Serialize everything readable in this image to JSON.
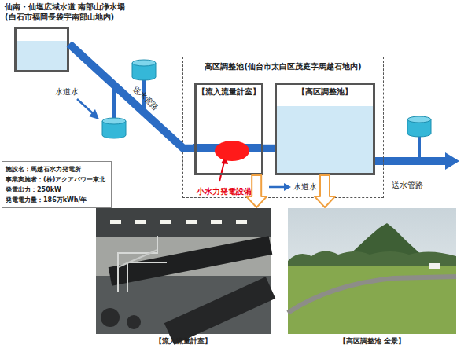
{
  "diagram": {
    "nodes": [
      {
        "text": [
          "仙南・仙塩広域水道 南部山浄水場 (白石市福岡長袋字南部山地内)"
        ]
      },
      {
        "text": [
          "高区調整池(仙台市太白区茂庭字馬越石地内)"
        ]
      },
      {
        "text": [
          "【流入流量計室】"
        ],
        "in": 1
      },
      {
        "text": [
          "【高区調整池】"
        ],
        "in": 1
      },
      {
        "text": [
          "小水力発電設備"
        ],
        "in": 2
      },
      {
        "text": [
          "施設名：馬越石水力発電所",
          "事業実施者：(株)アクアパワー東北",
          "発電出力：250kW",
          "発電電力量：186万kWh/年"
        ]
      },
      {
        "text": [
          "【流入流量計室】"
        ]
      },
      {
        "text": [
          "【高区調整池 全景】"
        ]
      }
    ],
    "edges": [
      {
        "from": 0,
        "to": 2,
        "arrow": "none",
        "label": "送水管路"
      },
      {
        "from": 2,
        "to": 3,
        "arrow": "none"
      },
      {
        "from": 2,
        "to": 6,
        "arrow": "to"
      },
      {
        "from": 3,
        "to": 7,
        "arrow": "to"
      }
    ],
    "labels": [
      "水道水",
      "水道水",
      "送水管路"
    ]
  }
}
